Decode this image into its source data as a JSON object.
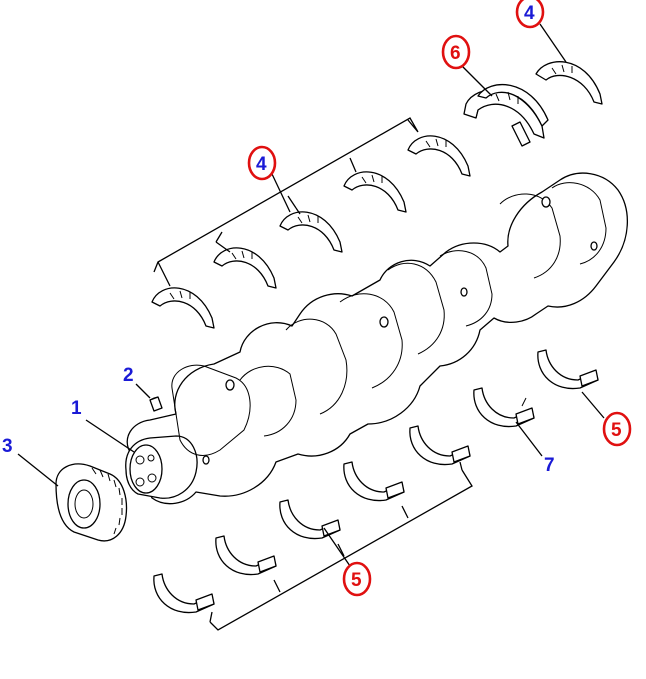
{
  "labels": {
    "crankshaft": "1",
    "key": "2",
    "gear": "3",
    "upper_shell_group": "4",
    "upper_shell_single": "4",
    "lower_shell_group": "5",
    "lower_shell_single": "5",
    "flange_shell": "6",
    "thrust_shell": "7"
  },
  "colors": {
    "callout_text": "#1a1ad6",
    "highlight_ring": "#e01010",
    "line": "#000000",
    "background": "#ffffff"
  }
}
